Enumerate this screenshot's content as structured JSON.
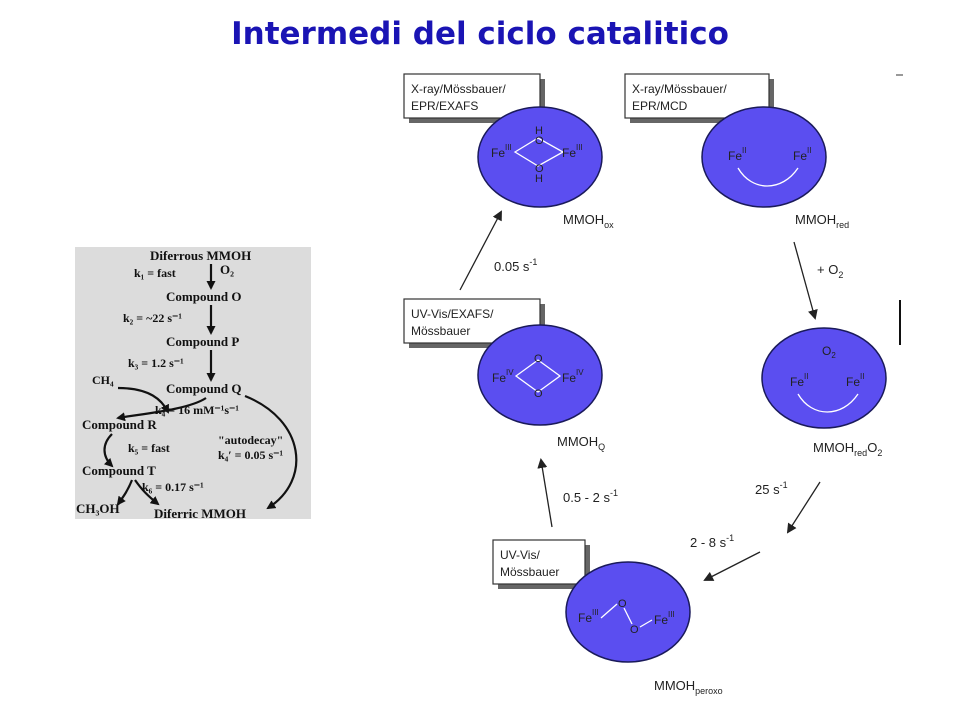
{
  "title": "Intermedi del ciclo catalitico",
  "colors": {
    "title": "#1a14b4",
    "ellipse": "#5b4ef0",
    "panel": "#dcdcdc"
  },
  "left_scheme": {
    "diferrous": "Diferrous MMOH",
    "k1": "k₁ = fast",
    "o2": "O₂",
    "compound_o": "Compound O",
    "k2": "k₂ = ~22 s⁻¹",
    "compound_p": "Compound P",
    "k3": "k₃ = 1.2 s⁻¹",
    "ch4": "CH₄",
    "compound_q": "Compound Q",
    "k4": "k₄ = 16 mM⁻¹s⁻¹",
    "compound_r": "Compound R",
    "autodecay": "\"autodecay\"",
    "k4p": "k₄′ = 0.05 s⁻¹",
    "k5": "k₅ = fast",
    "compound_t": "Compound T",
    "k6": "k₆ = 0.17 s⁻¹",
    "ch3oh": "CH₃OH",
    "diferric": "Diferric MMOH"
  },
  "cycle": {
    "box_ox": [
      "X-ray/Mössbauer/",
      "EPR/EXAFS"
    ],
    "box_red": [
      "X-ray/Mössbauer/",
      "EPR/MCD"
    ],
    "box_q": [
      "UV-Vis/EXAFS/",
      "Mössbauer"
    ],
    "box_peroxo": [
      "UV-Vis/",
      "Mössbauer"
    ],
    "fe3": "Fe",
    "sup3": "III",
    "fe2": "Fe",
    "sup2": "II",
    "fe4": "Fe",
    "sup4": "IV",
    "h": "H",
    "o": "O",
    "o2": "O",
    "o2_sub": "2",
    "label_ox": "MMOH",
    "label_ox_sub": "ox",
    "label_red": "MMOH",
    "label_red_sub": "red",
    "label_redo2": "MMOH",
    "label_redo2_sub": "red",
    "label_redo2_o": "O",
    "label_redo2_o_sub": "2",
    "label_q": "MMOH",
    "label_q_sub": "Q",
    "label_peroxo": "MMOH",
    "label_peroxo_sub": "peroxo",
    "rate_005": "0.05 s",
    "rate_005_exp": "-1",
    "plus_o2": "+ O",
    "plus_o2_sub": "2",
    "rate_25": "25 s",
    "rate_25_exp": "-1",
    "rate_2_8": "2 - 8 s",
    "rate_2_8_exp": "-1",
    "rate_05_2": "0.5 - 2 s",
    "rate_05_2_exp": "-1"
  }
}
